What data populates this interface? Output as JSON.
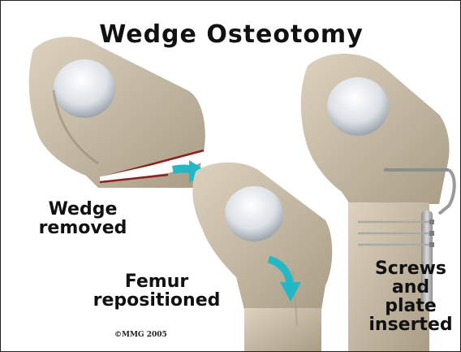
{
  "title": "Wedge Osteotomy",
  "labels": {
    "wedge_line1": "Wedge",
    "wedge_line2": "removed",
    "femur_line1": "Femur",
    "femur_line2": "repositioned",
    "screws_line1": "Screws",
    "screws_line2": "and",
    "screws_line3": "plate",
    "screws_line4": "inserted"
  },
  "copyright": "©MMG 2005",
  "colors": {
    "bone": "#cdc2ae",
    "bone_shadow": "#a89c86",
    "cartilage": "#e9ecef",
    "arrow": "#23b8c8",
    "cut_line": "#8c1f1f",
    "plate": "#9a9a9a"
  },
  "icons": [
    "femur-illustration",
    "curved-arrow-icon",
    "rotation-arrow-icon",
    "plate-and-screws"
  ]
}
